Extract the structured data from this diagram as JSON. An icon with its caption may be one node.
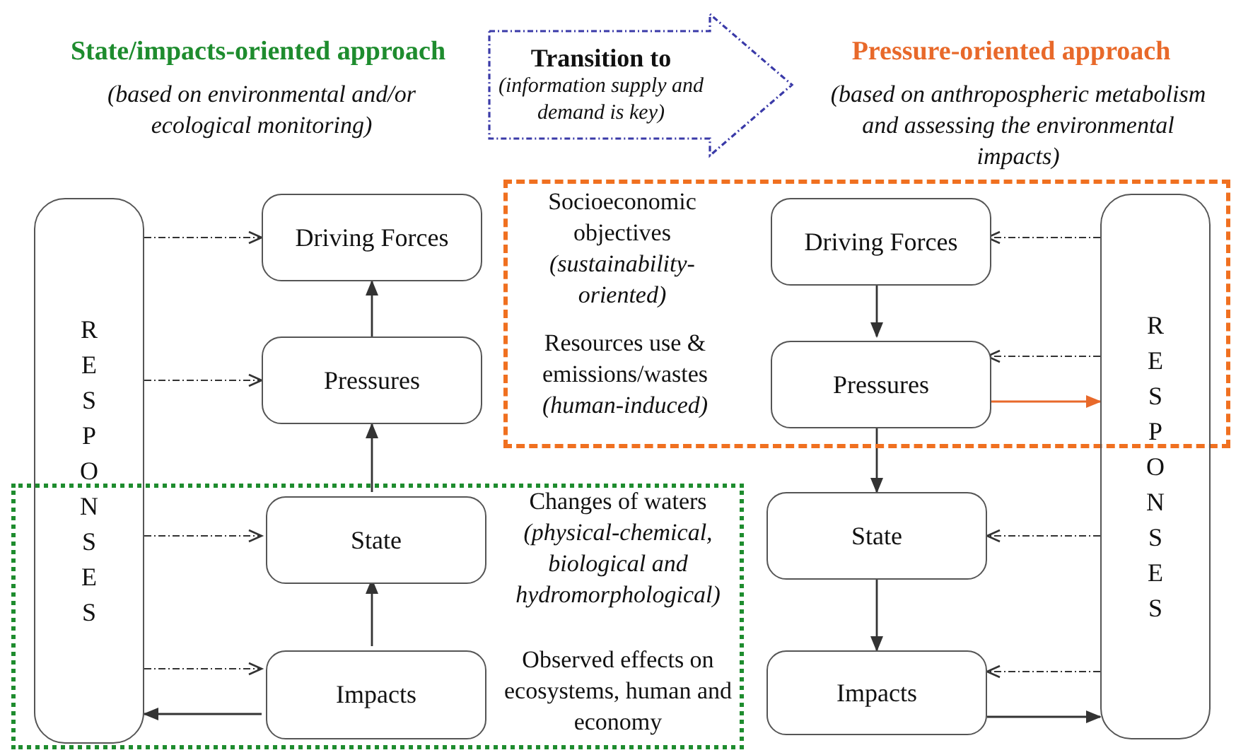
{
  "diagram": {
    "nodes": [
      {
        "text": [
          "Transition to",
          "(information supply and demand is key)"
        ]
      },
      {
        "text": [
          "R E S P O N S E S"
        ]
      },
      {
        "text": [
          "Driving Forces"
        ]
      },
      {
        "text": [
          "Pressures"
        ]
      },
      {
        "text": [
          "Socioeconomic objectives",
          "(sustainability-oriented)",
          "Resources use & emissions/wastes",
          "(human-induced)"
        ]
      },
      {
        "text": [
          "Driving Forces"
        ],
        "in": 4
      },
      {
        "text": [
          "Pressures"
        ],
        "in": 4
      },
      {
        "text": [
          "R E S P O N S E S"
        ]
      },
      {
        "text": [
          "Changes of waters",
          "(physical-chemical, biological and hydromorphological)",
          "Observed effects on ecosystems, human and economy"
        ]
      },
      {
        "text": [
          "State"
        ],
        "in": 8
      },
      {
        "text": [
          "Impacts"
        ],
        "in": 8
      },
      {
        "text": [
          "State"
        ]
      },
      {
        "text": [
          "Impacts"
        ]
      }
    ],
    "edges": [
      {
        "from": 1,
        "to": 2,
        "arrow": "to",
        "style": "dashed"
      },
      {
        "from": 1,
        "to": 3,
        "arrow": "to",
        "style": "dashed"
      },
      {
        "from": 1,
        "to": 9,
        "arrow": "to",
        "style": "dashed"
      },
      {
        "from": 1,
        "to": 10,
        "arrow": "to",
        "style": "dashed"
      },
      {
        "from": 3,
        "to": 2,
        "arrow": "to"
      },
      {
        "from": 9,
        "to": 3,
        "arrow": "to"
      },
      {
        "from": 10,
        "to": 9,
        "arrow": "to"
      },
      {
        "from": 10,
        "to": 1,
        "arrow": "to"
      },
      {
        "from": 7,
        "to": 5,
        "arrow": "to",
        "style": "dashed"
      },
      {
        "from": 7,
        "to": 6,
        "arrow": "to",
        "style": "dashed"
      },
      {
        "from": 6,
        "to": 7,
        "arrow": "to",
        "color": "#e8692a"
      },
      {
        "from": 7,
        "to": 11,
        "arrow": "to",
        "style": "dashed"
      },
      {
        "from": 7,
        "to": 12,
        "arrow": "to",
        "style": "dashed"
      },
      {
        "from": 5,
        "to": 6,
        "arrow": "to"
      },
      {
        "from": 6,
        "to": 11,
        "arrow": "to"
      },
      {
        "from": 11,
        "to": 12,
        "arrow": "to"
      },
      {
        "from": 12,
        "to": 7,
        "arrow": "to"
      }
    ],
    "labels": [
      "State/impacts-oriented approach",
      "(based on environmental and/or ecological monitoring)",
      "Pressure-oriented approach",
      "(based on anthropospheric metabolism and assessing the environmental impacts)"
    ]
  }
}
